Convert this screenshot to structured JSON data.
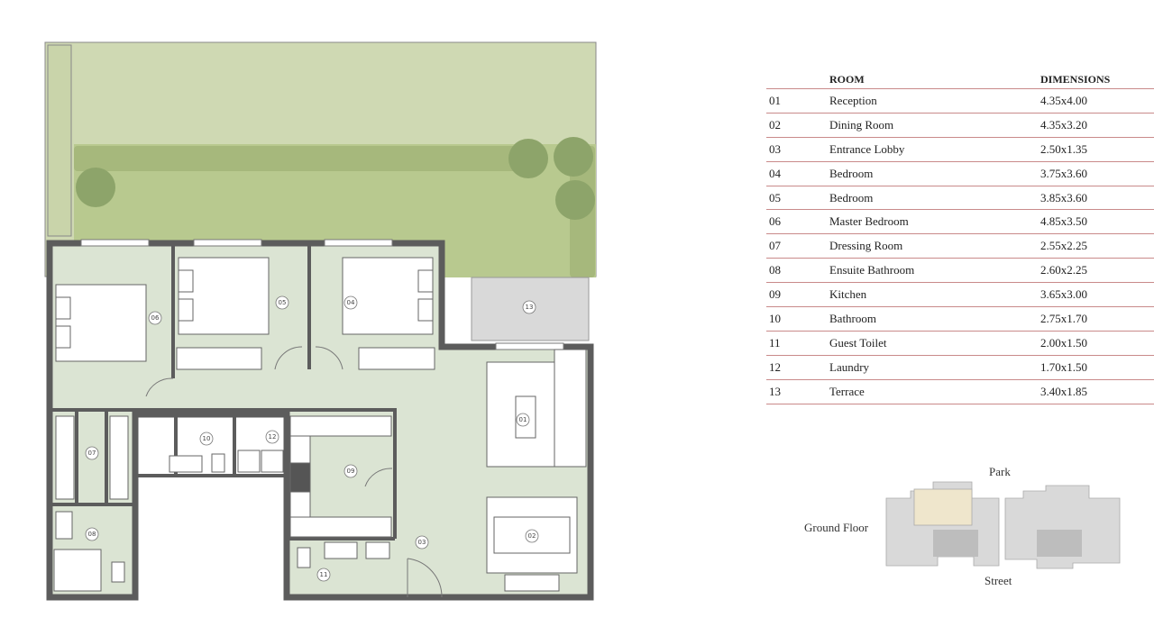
{
  "table": {
    "headers": {
      "no": "",
      "room": "ROOM",
      "dimensions": "DIMENSIONS"
    },
    "rows": [
      {
        "no": "01",
        "room": "Reception",
        "dim": "4.35x4.00"
      },
      {
        "no": "02",
        "room": "Dining Room",
        "dim": "4.35x3.20"
      },
      {
        "no": "03",
        "room": "Entrance Lobby",
        "dim": "2.50x1.35"
      },
      {
        "no": "04",
        "room": "Bedroom",
        "dim": "3.75x3.60"
      },
      {
        "no": "05",
        "room": "Bedroom",
        "dim": "3.85x3.60"
      },
      {
        "no": "06",
        "room": "Master Bedroom",
        "dim": "4.85x3.50"
      },
      {
        "no": "07",
        "room": "Dressing Room",
        "dim": "2.55x2.25"
      },
      {
        "no": "08",
        "room": "Ensuite Bathroom",
        "dim": "2.60x2.25"
      },
      {
        "no": "09",
        "room": "Kitchen",
        "dim": "3.65x3.00"
      },
      {
        "no": "10",
        "room": "Bathroom",
        "dim": "2.75x1.70"
      },
      {
        "no": "11",
        "room": "Guest Toilet",
        "dim": "2.00x1.50"
      },
      {
        "no": "12",
        "room": "Laundry",
        "dim": "1.70x1.50"
      },
      {
        "no": "13",
        "room": "Terrace",
        "dim": "3.40x1.85"
      }
    ]
  },
  "plan_markers": {
    "m01": "01",
    "m02": "02",
    "m03": "03",
    "m04": "04",
    "m05": "05",
    "m06": "06",
    "m07": "07",
    "m08": "08",
    "m09": "09",
    "m10": "10",
    "m11": "11",
    "m12": "12",
    "m13": "13"
  },
  "key_plan": {
    "park": "Park",
    "street": "Street",
    "ground_floor": "Ground Floor"
  },
  "colors": {
    "garden": "#cfd9b3",
    "grass": "#b8c98f",
    "interior": "#dbe4d3",
    "wall": "#5c5c5c",
    "rule": "#c98a8a",
    "highlight": "#efe6cc"
  }
}
